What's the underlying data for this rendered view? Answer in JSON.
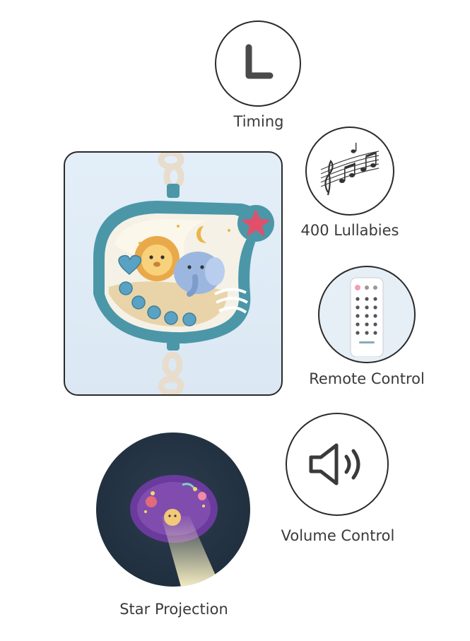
{
  "features": {
    "timing": {
      "label": "Timing",
      "icon": "clock-l-icon"
    },
    "lullabies": {
      "label": "400 Lullabies",
      "icon": "music-notes-icon"
    },
    "remote": {
      "label": "Remote Control",
      "icon": "remote-control-icon"
    },
    "volume": {
      "label": "Volume Control",
      "icon": "speaker-icon"
    },
    "projection": {
      "label": "Star Projection",
      "icon": "projection-icon"
    }
  },
  "colors": {
    "device_teal": "#4b97a8",
    "device_cream": "#f4ead0",
    "star_pink": "#e0506a",
    "projection_purple": "#6a3b9c"
  }
}
